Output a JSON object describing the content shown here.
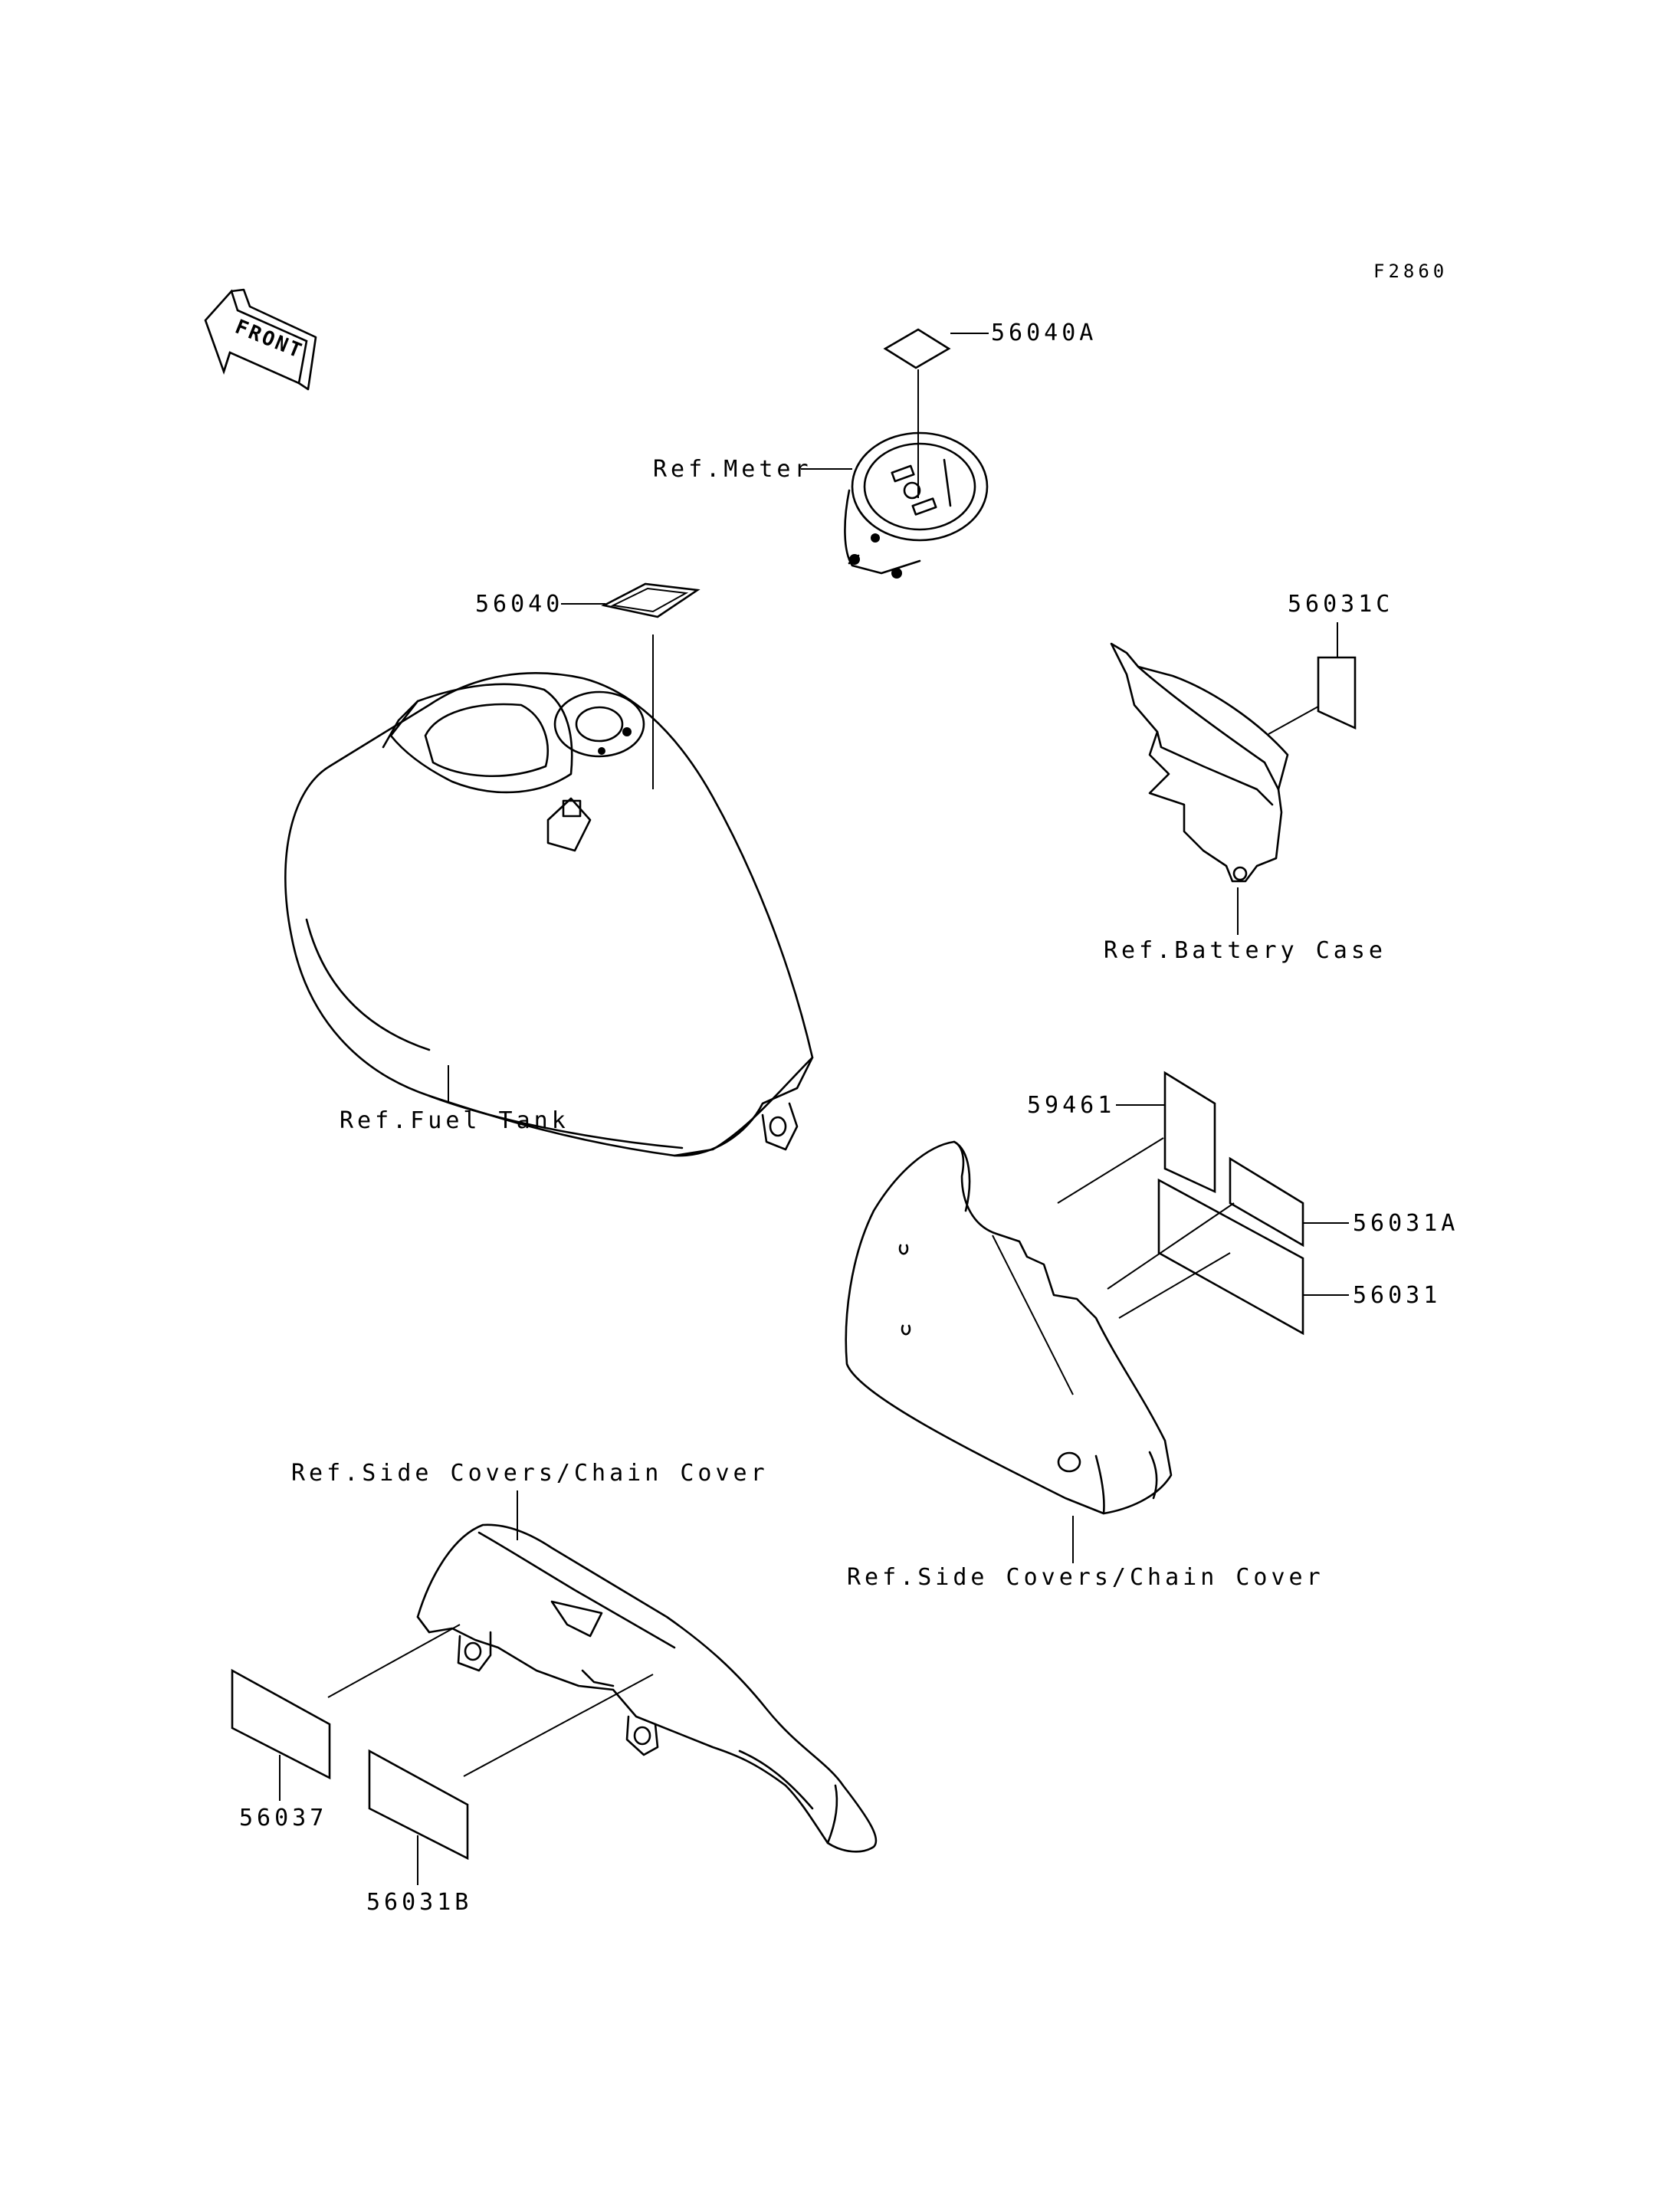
{
  "figure_code": "F2860",
  "front_arrow": {
    "label": "FRONT",
    "icon": "front-direction-arrow-icon"
  },
  "labels": {
    "p56040A": "56040A",
    "ref_meter": "Ref.Meter",
    "p56040": "56040",
    "p56031C": "56031C",
    "ref_battery_case": "Ref.Battery Case",
    "ref_fuel_tank": "Ref.Fuel Tank",
    "p59461": "59461",
    "p56031A": "56031A",
    "p56031": "56031",
    "ref_side_covers_right": "Ref.Side Covers/Chain Cover",
    "ref_side_covers_left": "Ref.Side Covers/Chain Cover",
    "p56037": "56037",
    "p56031B": "56031B"
  },
  "parts": [
    {
      "icon": "meter-icon"
    },
    {
      "icon": "fuel-tank-icon"
    },
    {
      "icon": "battery-case-icon"
    },
    {
      "icon": "side-cover-icon"
    },
    {
      "icon": "chain-cover-icon"
    },
    {
      "icon": "label-sticker-icon"
    }
  ]
}
